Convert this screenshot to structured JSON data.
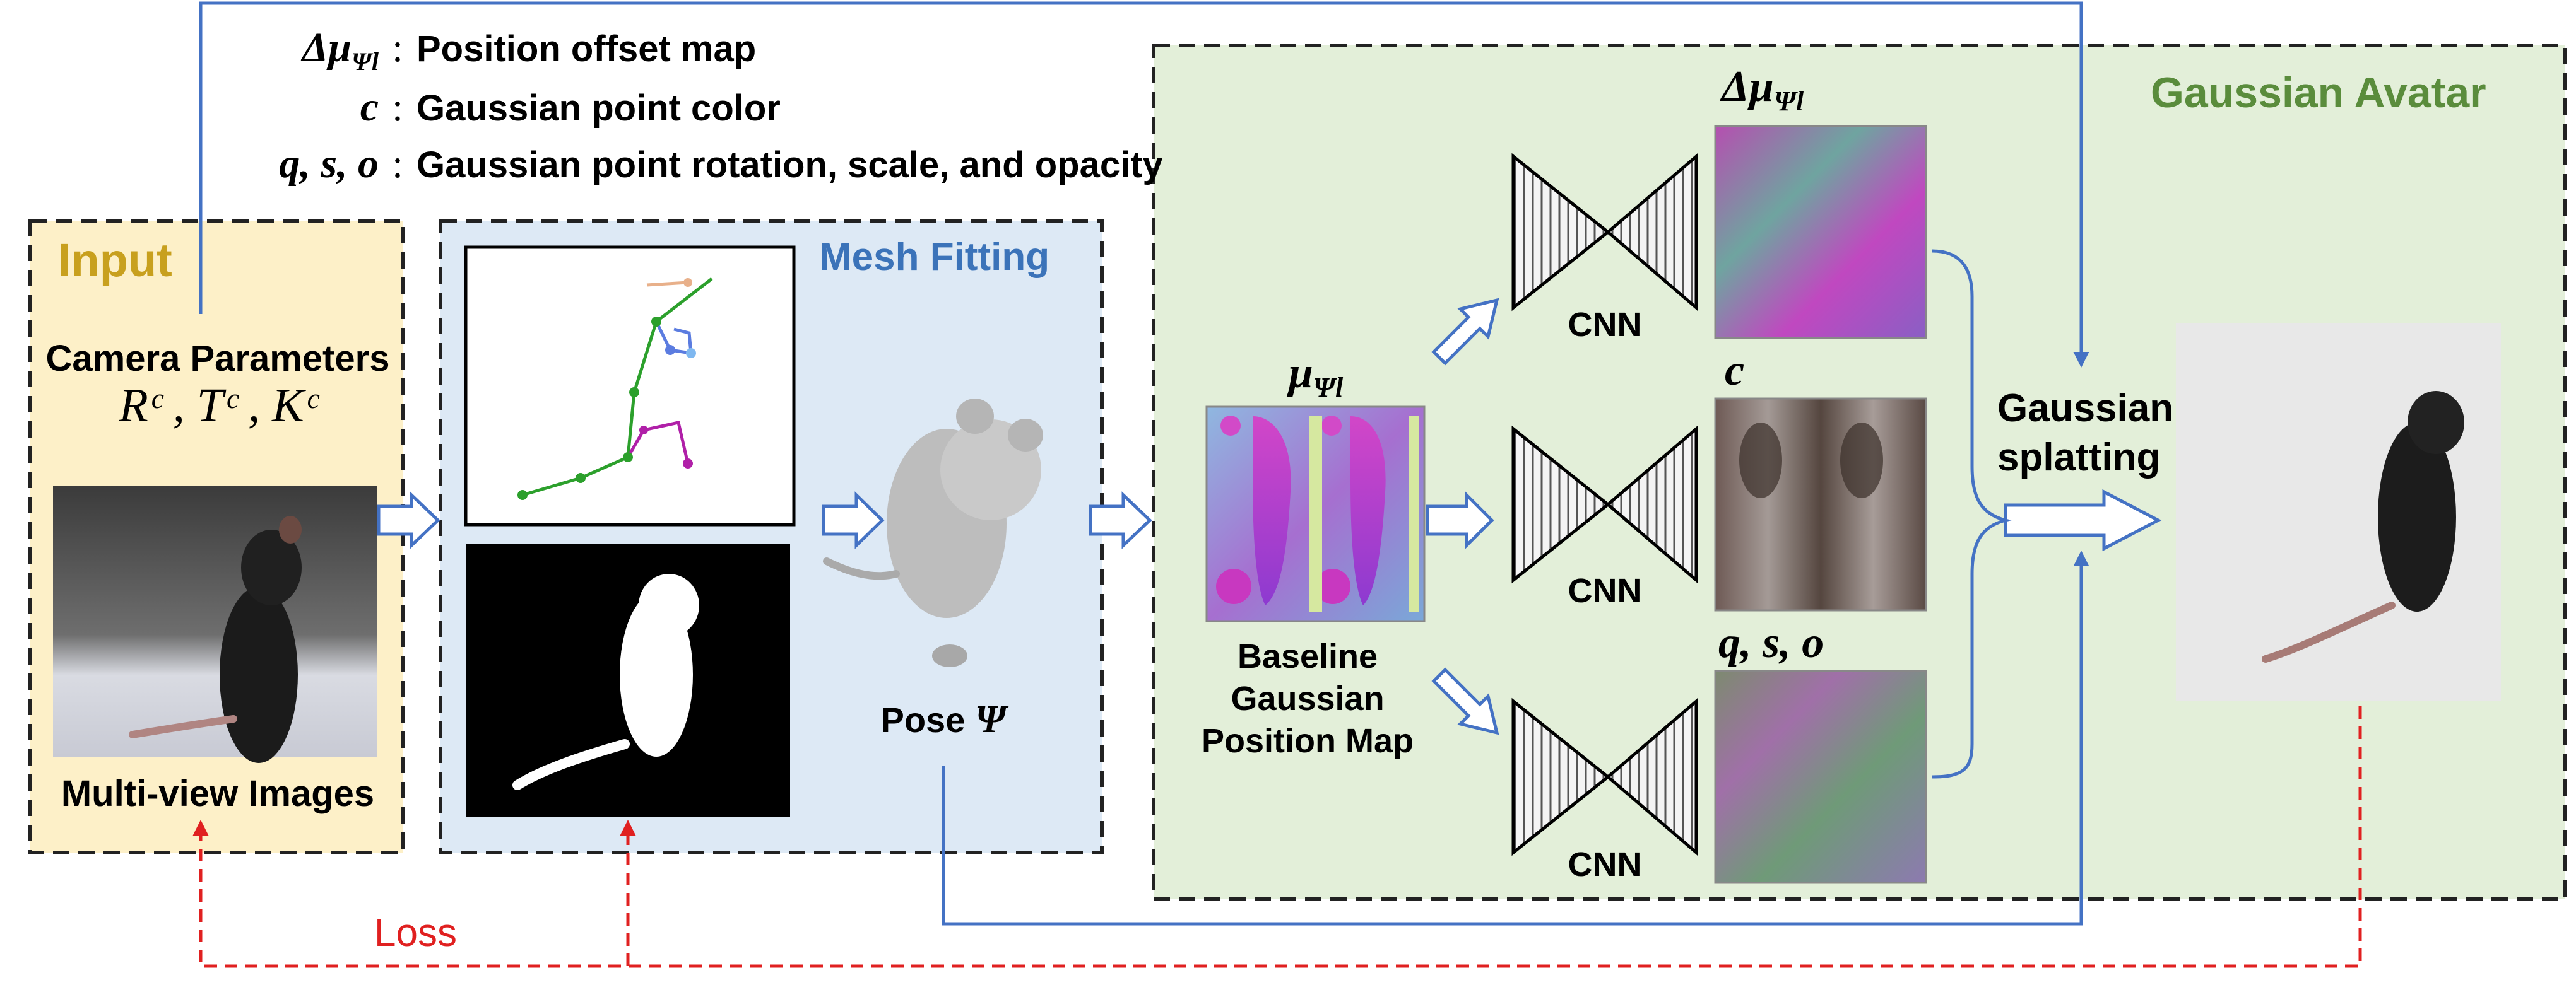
{
  "colors": {
    "input_bg": "#fdf0c8",
    "input_title": "#c8a01e",
    "mesh_bg": "#dde9f5",
    "mesh_title": "#3b73b9",
    "avatar_bg": "#e3efd9",
    "avatar_title": "#5a8c3c",
    "arrow_blue": "#4472c4",
    "loss_red": "#e02020",
    "border": "#222222"
  },
  "legend": [
    {
      "symbol": "Δμ",
      "subscript": "Ψl",
      "desc": "Position offset map"
    },
    {
      "symbol": "c",
      "subscript": "",
      "desc": "Gaussian point  color"
    },
    {
      "symbol": "q, s, o",
      "subscript": "",
      "desc": "Gaussian point rotation, scale, and opacity"
    }
  ],
  "input": {
    "title": "Input",
    "camera_label": "Camera Parameters",
    "camera_math": "Rᶜ , Tᶜ , Kᶜ",
    "images_label": "Multi-view Images"
  },
  "mesh": {
    "title": "Mesh Fitting",
    "pose_label": "Pose ",
    "pose_symbol": "Ψ"
  },
  "avatar": {
    "title": "Gaussian Avatar",
    "mu_symbol": "μ",
    "mu_subscript": "Ψl",
    "baseline_line1": "Baseline",
    "baseline_line2": "Gaussian",
    "baseline_line3": "Position Map",
    "cnn_label": "CNN",
    "delta_mu_symbol": "Δμ",
    "delta_mu_subscript": "Ψl",
    "c_symbol": "c",
    "qso_symbol": "q, s, o",
    "splat_line1": "Gaussian",
    "splat_line2": "splatting"
  },
  "loss_label": "Loss"
}
